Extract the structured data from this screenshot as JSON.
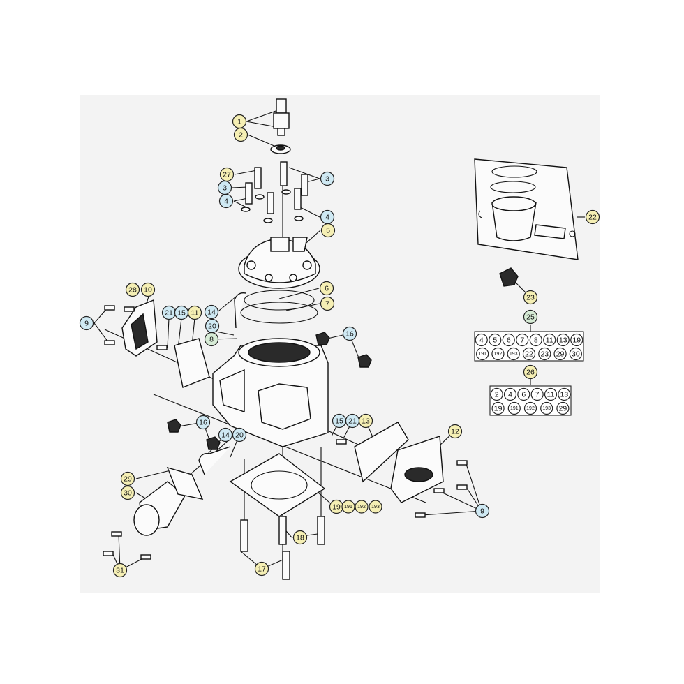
{
  "colors": {
    "yellow": "#f5efb4",
    "blue": "#cfe9f3",
    "green": "#d7ecd6",
    "ink": "#111111"
  },
  "callouts": [
    {
      "id": "c1",
      "label": "1",
      "color": "yellow"
    },
    {
      "id": "c2",
      "label": "2",
      "color": "yellow"
    },
    {
      "id": "c27",
      "label": "27",
      "color": "yellow"
    },
    {
      "id": "c3a",
      "label": "3",
      "color": "blue"
    },
    {
      "id": "c3b",
      "label": "3",
      "color": "blue"
    },
    {
      "id": "c4a",
      "label": "4",
      "color": "blue"
    },
    {
      "id": "c4b",
      "label": "4",
      "color": "blue"
    },
    {
      "id": "c5",
      "label": "5",
      "color": "yellow"
    },
    {
      "id": "c6",
      "label": "6",
      "color": "yellow"
    },
    {
      "id": "c7",
      "label": "7",
      "color": "yellow"
    },
    {
      "id": "c28",
      "label": "28",
      "color": "yellow"
    },
    {
      "id": "c10",
      "label": "10",
      "color": "yellow"
    },
    {
      "id": "c9a",
      "label": "9",
      "color": "blue"
    },
    {
      "id": "c21a",
      "label": "21",
      "color": "blue"
    },
    {
      "id": "c15a",
      "label": "15",
      "color": "blue"
    },
    {
      "id": "c11",
      "label": "11",
      "color": "yellow"
    },
    {
      "id": "c14a",
      "label": "14",
      "color": "blue"
    },
    {
      "id": "c20a",
      "label": "20",
      "color": "blue"
    },
    {
      "id": "c8",
      "label": "8",
      "color": "green"
    },
    {
      "id": "c16a",
      "label": "16",
      "color": "blue"
    },
    {
      "id": "c16b",
      "label": "16",
      "color": "blue"
    },
    {
      "id": "c15b",
      "label": "15",
      "color": "blue"
    },
    {
      "id": "c21b",
      "label": "21",
      "color": "blue"
    },
    {
      "id": "c13",
      "label": "13",
      "color": "yellow"
    },
    {
      "id": "c12",
      "label": "12",
      "color": "yellow"
    },
    {
      "id": "c14b",
      "label": "14",
      "color": "blue"
    },
    {
      "id": "c20b",
      "label": "20",
      "color": "blue"
    },
    {
      "id": "c29",
      "label": "29",
      "color": "yellow"
    },
    {
      "id": "c30",
      "label": "30",
      "color": "yellow"
    },
    {
      "id": "c19",
      "label": "19",
      "color": "yellow"
    },
    {
      "id": "c191",
      "label": "191",
      "color": "yellow"
    },
    {
      "id": "c192",
      "label": "192",
      "color": "yellow"
    },
    {
      "id": "c193",
      "label": "193",
      "color": "yellow"
    },
    {
      "id": "c9b",
      "label": "9",
      "color": "blue"
    },
    {
      "id": "c18",
      "label": "18",
      "color": "yellow"
    },
    {
      "id": "c17",
      "label": "17",
      "color": "yellow"
    },
    {
      "id": "c31",
      "label": "31",
      "color": "yellow"
    },
    {
      "id": "c22",
      "label": "22",
      "color": "yellow"
    },
    {
      "id": "c23",
      "label": "23",
      "color": "yellow"
    },
    {
      "id": "c25",
      "label": "25",
      "color": "green"
    },
    {
      "id": "c26",
      "label": "26",
      "color": "yellow"
    }
  ],
  "kit25": {
    "row1": [
      "4",
      "5",
      "6",
      "7",
      "8",
      "11",
      "13",
      "19"
    ],
    "row2": [
      "191",
      "192",
      "193",
      "22",
      "23",
      "29",
      "30"
    ]
  },
  "kit26": {
    "row1": [
      "2",
      "4",
      "6",
      "7",
      "11",
      "13"
    ],
    "row2": [
      "19",
      "191",
      "192",
      "193",
      "29"
    ]
  }
}
